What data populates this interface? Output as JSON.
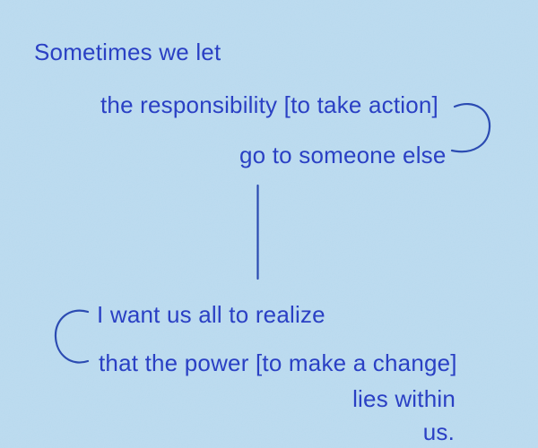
{
  "colors": {
    "background": "#b8daee",
    "ink": "#2a40c4",
    "stroke": "#2b4bb2"
  },
  "quote": {
    "lines": [
      {
        "text": "Sometimes we let"
      },
      {
        "text": "the responsibility [to take action]"
      },
      {
        "text": "go to someone else"
      },
      {
        "text": "I want us all to realize"
      },
      {
        "text": "that the power [to make a change]"
      },
      {
        "text": "lies within"
      },
      {
        "text": "us."
      }
    ]
  },
  "connectors": {
    "right_arc": "arc-linking-responsibility-and-someone-else",
    "left_arc": "arc-linking-realize-and-power",
    "vertical_line": "stanza-divider-line"
  }
}
